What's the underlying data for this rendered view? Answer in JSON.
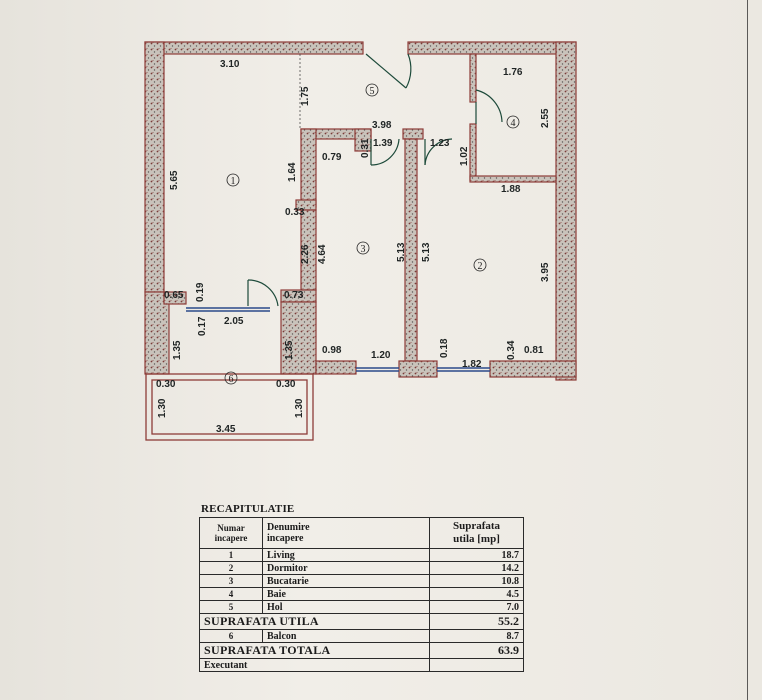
{
  "plan": {
    "dimensions": {
      "d1": "3.10",
      "d2": "5.65",
      "d3": "1.75",
      "d4": "3.98",
      "d5": "0.79",
      "d6": "0.31",
      "d7": "1.39",
      "d8": "1.23",
      "d9": "1.02",
      "d10": "1.76",
      "d11": "2.55",
      "d12": "1.88",
      "d13": "1.64",
      "d14": "0.33",
      "d15": "2.26",
      "d16": "4.64",
      "d17": "5.13",
      "d18": "5.13",
      "d19": "3.95",
      "d20": "0.65",
      "d21": "0.19",
      "d22": "0.73",
      "d23": "0.17",
      "d24": "2.05",
      "d25": "1.35",
      "d26": "1.35",
      "d27": "0.98",
      "d28": "1.20",
      "d29": "0.18",
      "d30": "1.82",
      "d31": "0.34",
      "d32": "0.81",
      "d33": "0.30",
      "d34": "0.30",
      "d35": "1.30",
      "d36": "1.30",
      "d37": "3.45"
    },
    "room_markers": {
      "r1": "1",
      "r2": "2",
      "r3": "3",
      "r4": "4",
      "r5": "5",
      "r6": "6"
    }
  },
  "recap": {
    "title": "RECAPITULATIE",
    "headers": {
      "num_line1": "Numar",
      "num_line2": "incapere",
      "name_line1": "Denumire",
      "name_line2": "incapere",
      "area_line1": "Suprafata",
      "area_line2": "utila [mp]"
    },
    "rooms": [
      {
        "num": "1",
        "name": "Living",
        "area": "18.7"
      },
      {
        "num": "2",
        "name": "Dormitor",
        "area": "14.2"
      },
      {
        "num": "3",
        "name": "Bucatarie",
        "area": "10.8"
      },
      {
        "num": "4",
        "name": "Baie",
        "area": "4.5"
      },
      {
        "num": "5",
        "name": "Hol",
        "area": "7.0"
      }
    ],
    "useful_label": "SUPRAFATA UTILA",
    "useful_value": "55.2",
    "balcony": {
      "num": "6",
      "name": "Balcon",
      "area": "8.7"
    },
    "total_label": "SUPRAFATA TOTALA",
    "total_value": "63.9",
    "executant_label": "Executant"
  }
}
